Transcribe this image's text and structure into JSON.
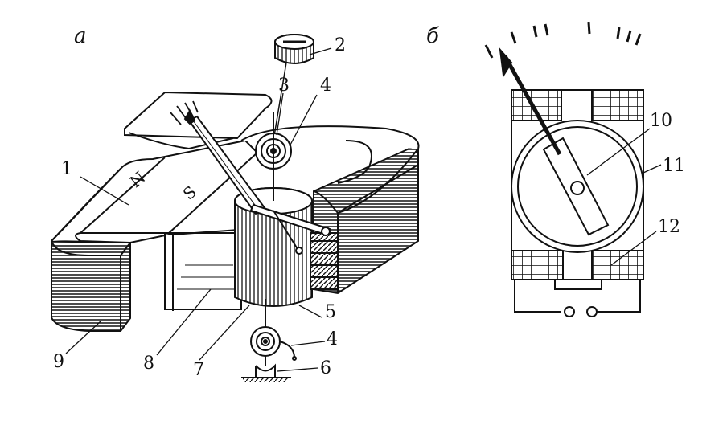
{
  "panels": {
    "a": {
      "letter": "а"
    },
    "b": {
      "letter": "б"
    }
  },
  "labels": {
    "l1": "1",
    "l2": "2",
    "l3": "3",
    "l4a": "4",
    "l4b": "4",
    "l5": "5",
    "l6": "6",
    "l7": "7",
    "l8": "8",
    "l9": "9",
    "l10": "10",
    "l11": "11",
    "l12": "12"
  },
  "magnet_poles": {
    "north": "N",
    "south": "S"
  },
  "colors": {
    "ink": "#111111",
    "paper": "#ffffff"
  }
}
